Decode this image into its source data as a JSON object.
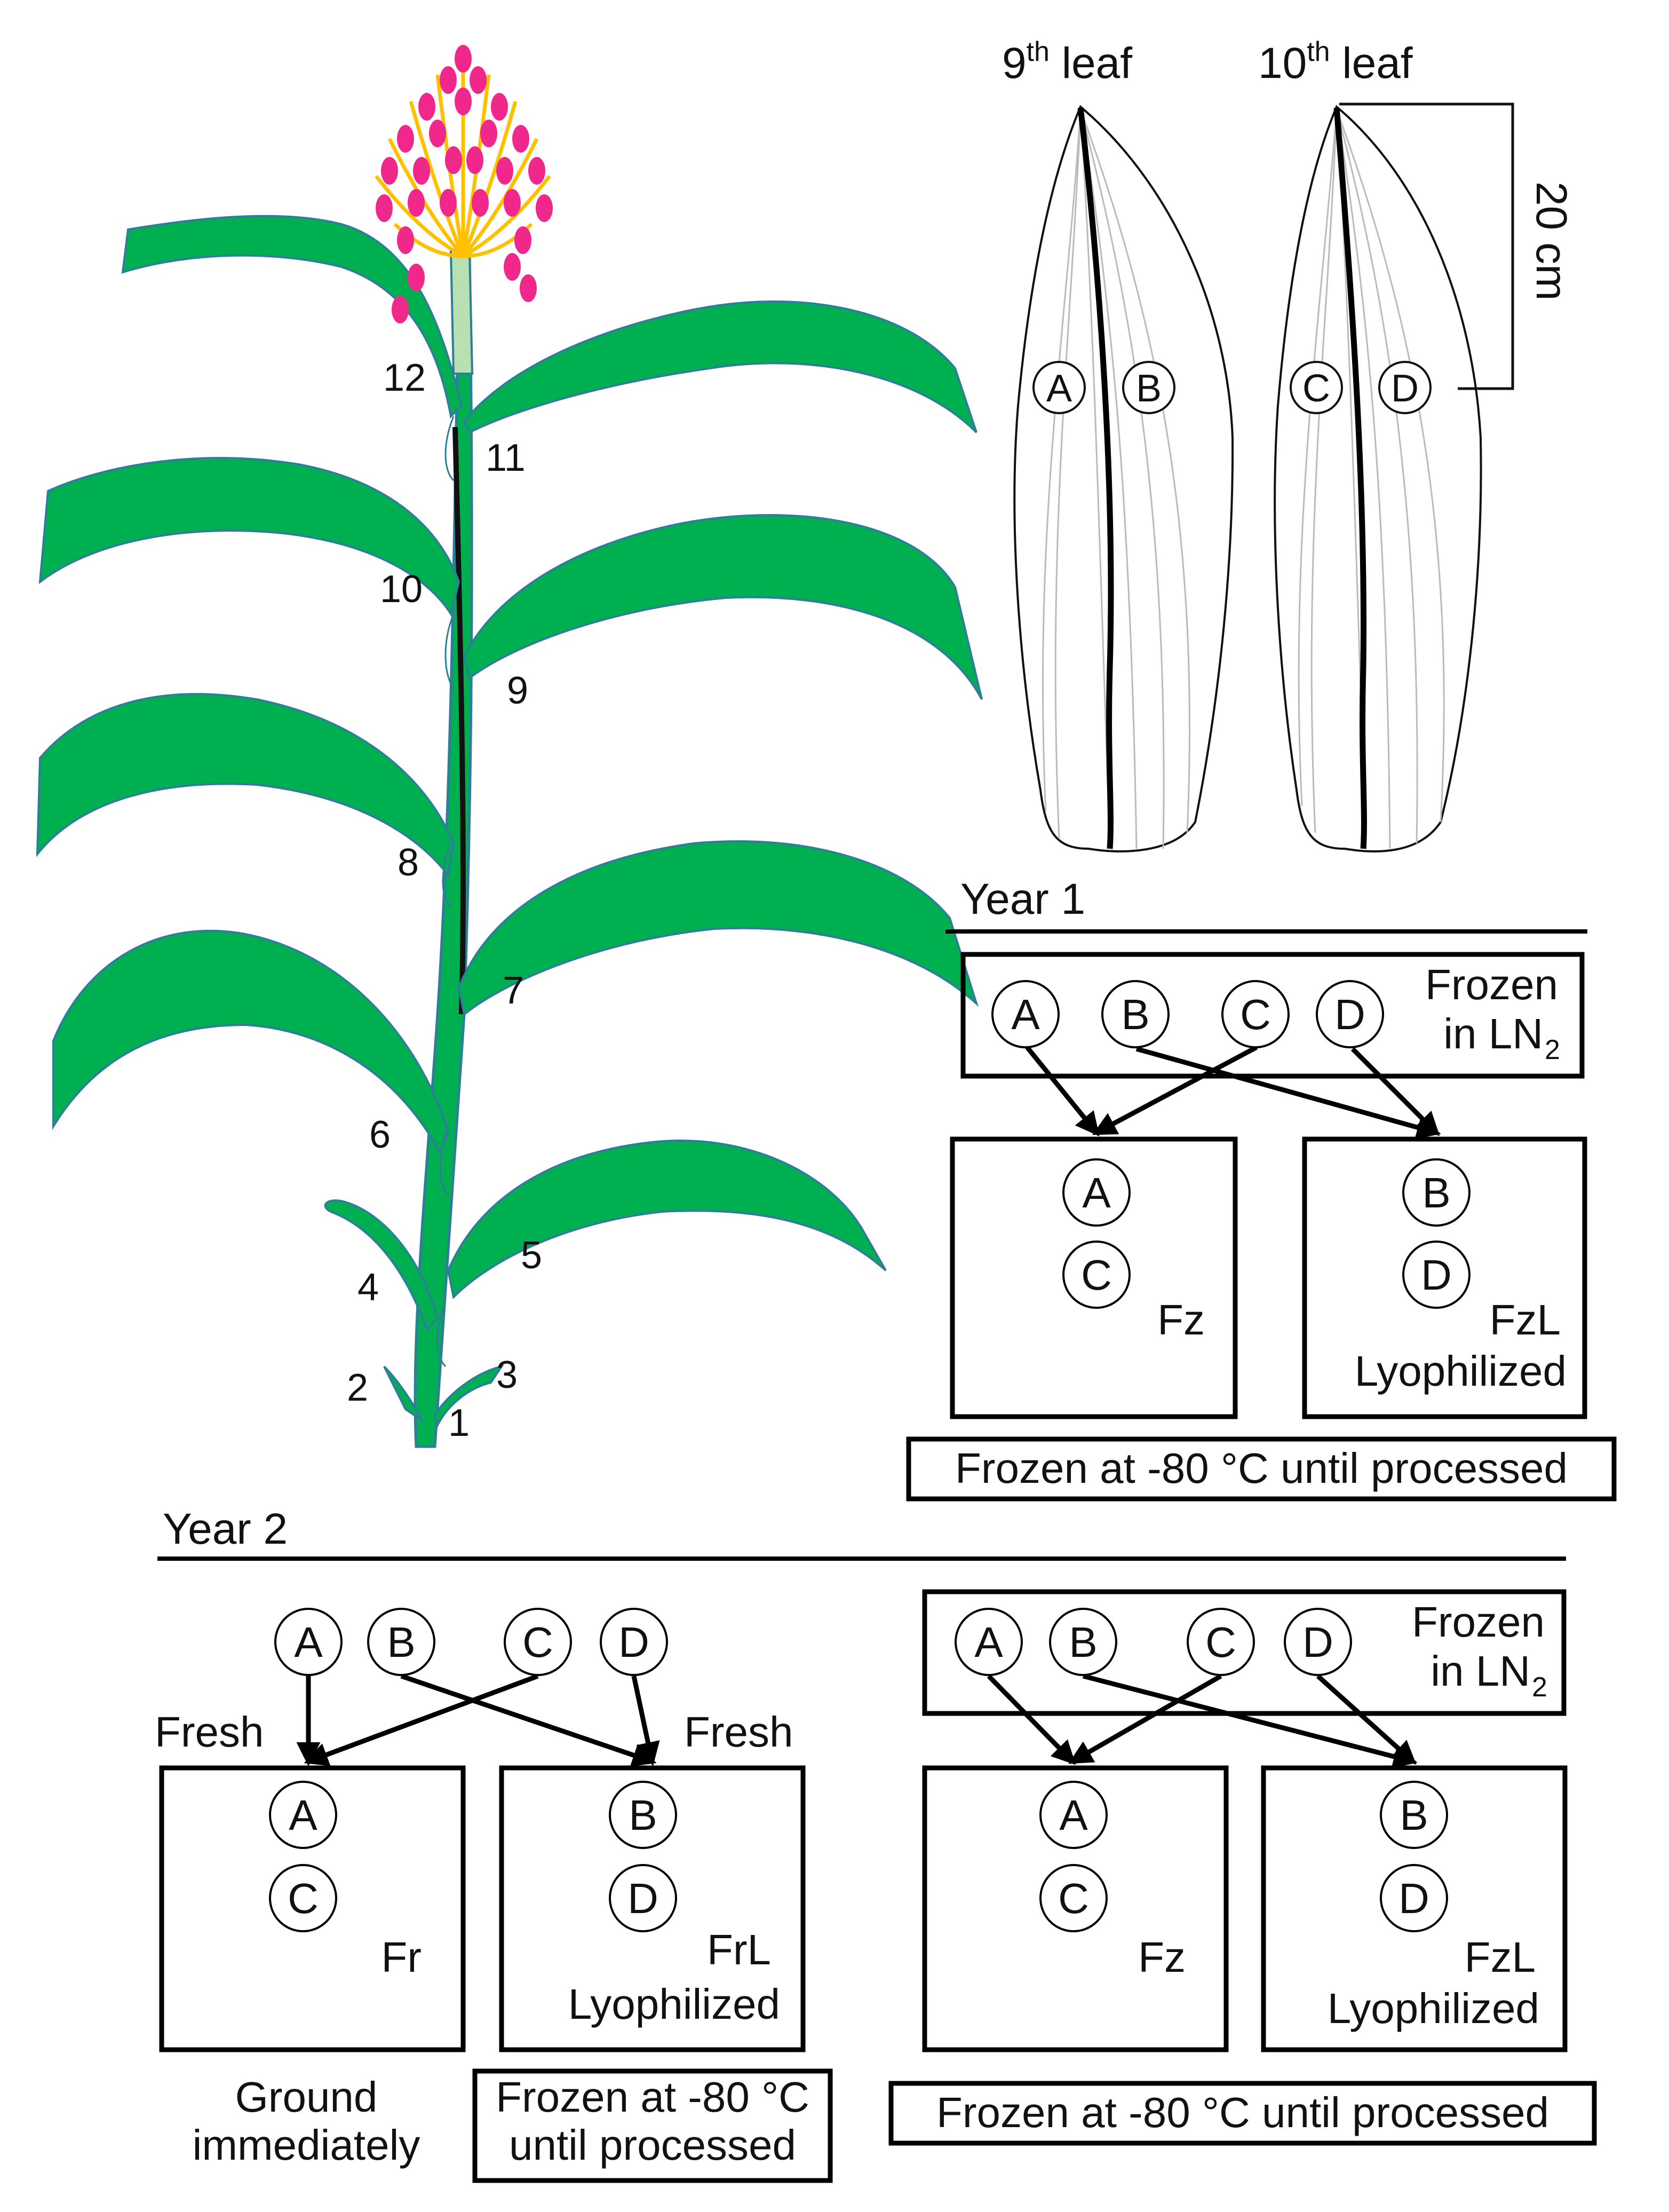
{
  "leaf_labels": {
    "leaf9": {
      "num": "9",
      "sup": "th",
      "word": " leaf"
    },
    "leaf10": {
      "num": "10",
      "sup": "th",
      "word": " leaf"
    },
    "length": "20 cm"
  },
  "sample_letters": {
    "a": "A",
    "b": "B",
    "c": "C",
    "d": "D"
  },
  "plant_leaf_numbers": [
    "1",
    "2",
    "3",
    "4",
    "5",
    "6",
    "7",
    "8",
    "9",
    "10",
    "11",
    "12"
  ],
  "year1": {
    "heading": "Year 1",
    "frozen_line1": "Frozen",
    "frozen_line2": "in LN",
    "frozen_sub": "2",
    "box_fz_label": "Fz",
    "box_fzl_label": "FzL",
    "box_fzl_sub": "Lyophilized",
    "storage": "Frozen at -80 °C until processed"
  },
  "year2": {
    "heading": "Year 2",
    "fresh_left": "Fresh",
    "fresh_right": "Fresh",
    "box_fr_label": "Fr",
    "box_frl_label": "FrL",
    "box_frl_sub": "Lyophilized",
    "ground_line1": "Ground",
    "ground_line2": "immediately",
    "frl_storage_line1": "Frozen at -80 °C",
    "frl_storage_line2": "until processed",
    "frozen_line1": "Frozen",
    "frozen_line2": "in LN",
    "frozen_sub": "2",
    "box_fz_label": "Fz",
    "box_fzl_label": "FzL",
    "box_fzl_sub": "Lyophilized",
    "storage": "Frozen at -80 °C until processed"
  },
  "colors": {
    "leaf_green": "#00b050",
    "leaf_edge": "#2e7d9a",
    "tassel_pink": "#f0288c",
    "tassel_yellow": "#ffc000",
    "stem_light": "#b8e0b0"
  }
}
